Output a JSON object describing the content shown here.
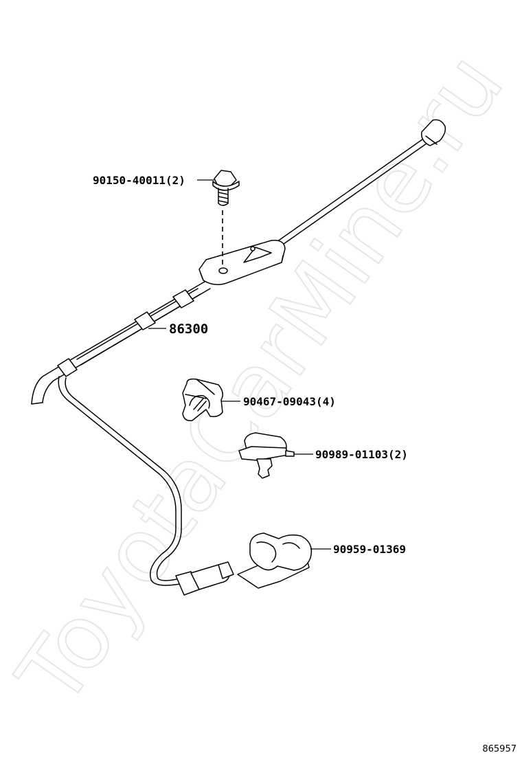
{
  "watermark": "ToyotaCarMine.ru",
  "parts": [
    {
      "id": "bolt",
      "label": "90150-40011(2)"
    },
    {
      "id": "harness",
      "label": "86300"
    },
    {
      "id": "clip-a",
      "label": "90467-09043(4)"
    },
    {
      "id": "clip-b",
      "label": "90989-01103(2)"
    },
    {
      "id": "holder",
      "label": "90959-01369"
    }
  ],
  "diagram_ref": "865957"
}
